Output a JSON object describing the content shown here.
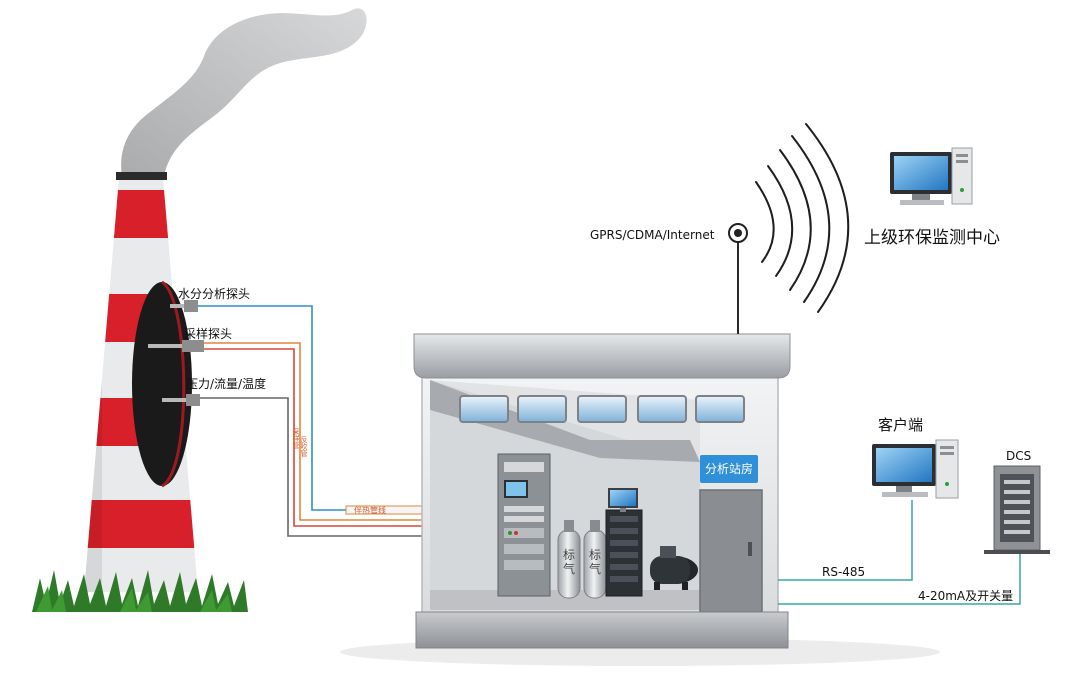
{
  "labels": {
    "moisture_probe": "水分分析探头",
    "sampling_probe": "采样探头",
    "pressure_flow_temp": "压力/流量/温度",
    "heated_line": "伴热管线",
    "pipe_label_1": "采样管",
    "pipe_label_2": "反吹管",
    "network": "GPRS/CDMA/Internet",
    "epa_center": "上级环保监测中心",
    "analysis_room": "分析站房",
    "client": "客户端",
    "dcs": "DCS",
    "rs485": "RS-485",
    "analog_io": "4-20mA及开关量",
    "gas_cylinder_1": "标气",
    "gas_cylinder_2": "标气"
  },
  "colors": {
    "chimney_red": "#d8202a",
    "line_blue": "#2e8fc8",
    "line_orange": "#e0863a",
    "line_red": "#d9473a",
    "line_gray": "#666666",
    "line_teal": "#3aa4a8",
    "sign_blue": "#2f8fd8"
  },
  "icons": [
    "smoke-icon",
    "chimney-icon",
    "antenna-icon",
    "signal-waves-icon",
    "desktop-computer-icon",
    "server-tower-icon",
    "gas-cylinder-icon",
    "compressor-icon",
    "cabinet-icon",
    "grass-icon"
  ]
}
